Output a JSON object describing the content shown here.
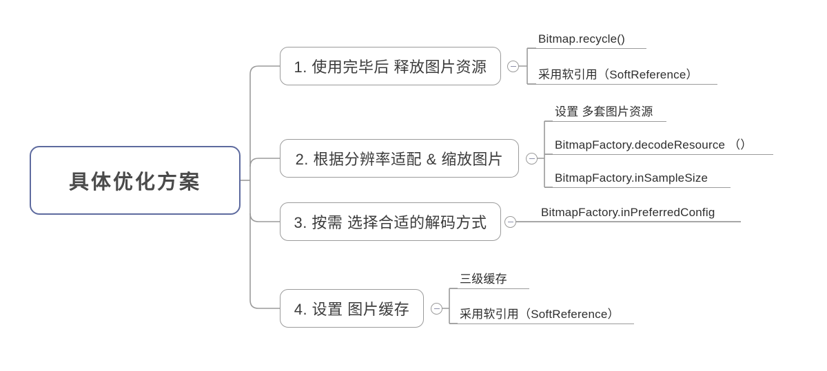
{
  "diagram": {
    "type": "mind-map",
    "title": "具体优化方案",
    "orientation": "left-to-right",
    "colors": {
      "root_border": "#5d6a9e",
      "node_border": "#9a9a9a",
      "connector": "#9a9a9a",
      "text": "#3b3b3b",
      "background": "#ffffff"
    }
  },
  "root": {
    "label": "具体优化方案"
  },
  "branches": [
    {
      "label": "1. 使用完毕后 释放图片资源",
      "toggle": "collapse-minus",
      "leaves": [
        {
          "label": "Bitmap.recycle()"
        },
        {
          "label": "采用软引用（SoftReference）"
        }
      ]
    },
    {
      "label": "2. 根据分辨率适配 & 缩放图片",
      "toggle": "collapse-minus",
      "leaves": [
        {
          "label": "设置 多套图片资源"
        },
        {
          "label": "BitmapFactory.decodeResource （）"
        },
        {
          "label": "BitmapFactory.inSampleSize"
        }
      ]
    },
    {
      "label": "3. 按需 选择合适的解码方式",
      "toggle": "collapse-minus",
      "leaves": [
        {
          "label": "BitmapFactory.inPreferredConfig"
        }
      ]
    },
    {
      "label": "4. 设置 图片缓存",
      "toggle": "collapse-minus",
      "leaves": [
        {
          "label": "三级缓存"
        },
        {
          "label": "采用软引用（SoftReference）"
        }
      ]
    }
  ]
}
